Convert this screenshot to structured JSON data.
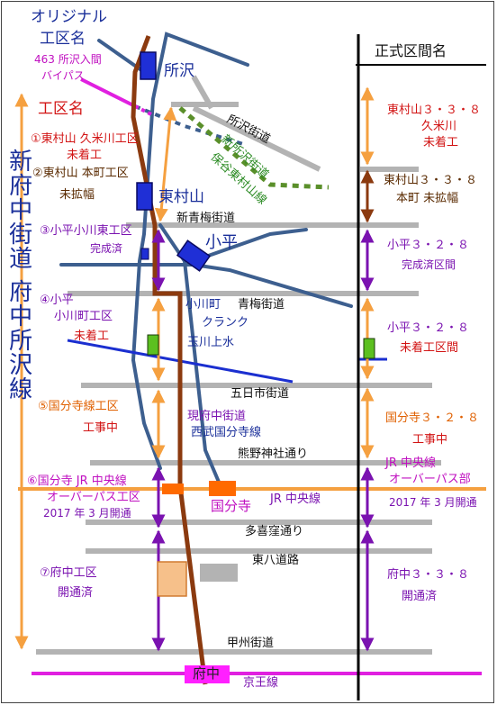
{
  "legend": {
    "original_name_1": "オリジナル",
    "original_name_2": "工区名",
    "official_section_name": "正式区間名",
    "section_name": "工区名",
    "main_route_left": "新府中街道",
    "main_route_right": "府中所沢線"
  },
  "stations": {
    "tokorozawa": "所沢",
    "higashimurayama": "東村山",
    "kodaira": "小平",
    "kokubunji": "国分寺",
    "fuchu": "府中"
  },
  "roads": {
    "tokorozawa_kaido": "所沢街道",
    "shin_tokorozawa_kaido": "新所沢街道",
    "hogo_higashimurayama": "保谷東村山線",
    "shin_oume_kaido": "新青梅街道",
    "kodaira_cho": "小川町",
    "oume_kaido": "青梅街道",
    "crank": "クランク",
    "tamagawa_josui": "玉川上水",
    "itsukaichi_kaido": "五日市街道",
    "gen_fuchu_kaido": "現府中街道",
    "seibu_kokubunji_line": "西武国分寺線",
    "kumano_jinja": "熊野神社通り",
    "jr_chuo_line": "JR 中央線",
    "takiyakubo": "多喜窪通り",
    "higashi_hachi": "東八道路",
    "koshu_kaido": "甲州街道",
    "keio_line": "京王線"
  },
  "left_sections": {
    "bypass_1": "463 所沢入間",
    "bypass_2": "バイパス",
    "s1_name": "①東村山  久米川工区",
    "s1_status": "未着工",
    "s2_name": "②東村山  本町工区",
    "s2_status": "未拡幅",
    "s3_name": "③小平小川東工区",
    "s3_status": "完成済",
    "s4_name_1": "④小平",
    "s4_name_2": "小川町工区",
    "s4_status": "未着工",
    "s5_name": "⑤国分寺線工区",
    "s5_status": "工事中",
    "s6_name": "⑥国分寺  JR 中央線",
    "s6_sub": "オーバーパス工区",
    "s6_status": "2017 年 3 月開通",
    "s7_name": "⑦府中工区",
    "s7_status": "開通済"
  },
  "right_sections": {
    "r1_name": "東村山３・３・８",
    "r1_sub": "久米川",
    "r1_status": "未着工",
    "r2_name": "東村山３・３・８",
    "r2_status": "本町  未拡幅",
    "r3_name": "小平３・２・８",
    "r3_status": "完成済区間",
    "r4_name": "小平３・２・８",
    "r4_status": "未着工区間",
    "r5_name": "国分寺３・２・８",
    "r5_status": "工事中",
    "r6_name": "JR 中央線",
    "r6_sub": "オーバーパス部",
    "r6_status": "2017 年 3 月開通",
    "r7_name": "府中３・３・８",
    "r7_status": "開通済"
  },
  "colors": {
    "navy": "#1a2f9a",
    "road_gray": "#b3b3b3",
    "rail_blue": "#3d5f8f",
    "brown": "#8b3a0f",
    "orange": "#f5a040",
    "purple": "#7a12b0",
    "magenta": "#e020e0",
    "green": "#5a8f2a"
  },
  "icons": [
    "station-marker",
    "bidirectional-arrow",
    "water-gate-marker",
    "return-mark"
  ]
}
